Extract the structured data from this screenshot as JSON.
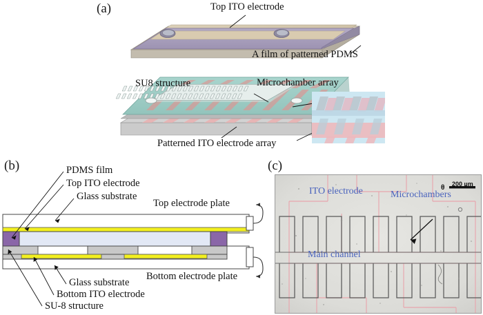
{
  "figure": {
    "panels": {
      "a_label": "(a)",
      "b_label": "(b)",
      "c_label": "(c)"
    }
  },
  "panel_a": {
    "title_label": "Top ITO electrode",
    "pdms_label": "A film of patterned PDMS",
    "su8_label": "SU8 structure",
    "microchamber_label": "Microchamber array",
    "electrode_array_label": "Patterned ITO electrode array",
    "colors": {
      "pdms_film": "#a9a0bd",
      "ito_strip": "#d9cbb0",
      "glass_edge": "#cfc9bd",
      "su8_layer": "#9ecbc4",
      "ito_pink": "#e8b3b3",
      "substrate_gray": "#d2d2d2",
      "inset_bg": "#cde7f2"
    }
  },
  "panel_b": {
    "labels": {
      "pdms_film": "PDMS film",
      "top_ito": "Top ITO electrode",
      "glass_top": "Glass substrate",
      "top_plate": "Top electrode plate",
      "glass_bottom": "Glass substrate",
      "bottom_ito": "Bottom ITO electrode",
      "su8": "SU-8 structure",
      "bottom_plate": "Bottom electrode plate"
    },
    "colors": {
      "ito_yellow": "#f2ef1f",
      "pdms_purple": "#8a66a8",
      "channel_blue": "#e2e8f5",
      "su8_gray": "#c8c8c8",
      "glass_white": "#ffffff",
      "outline": "#333333"
    }
  },
  "panel_c": {
    "ito_electrode_label": "ITO electrode",
    "main_channel_label": "Main channel",
    "microchambers_label": "Microchambers",
    "scalebar_value": "200 µm",
    "colors": {
      "text_blue": "#4a63bd",
      "electrode_pink": "#e8a5ad",
      "chamber_outline": "#595959",
      "background": "#dcdcd8"
    },
    "chamber_rows": 2,
    "chambers_per_row": 10
  }
}
